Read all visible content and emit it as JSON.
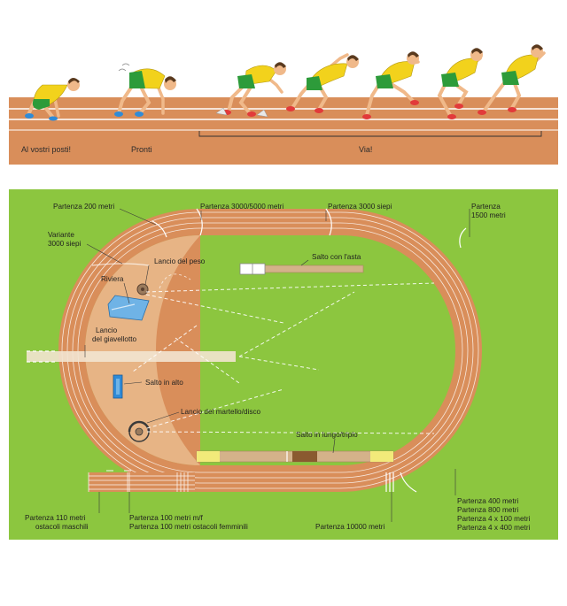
{
  "start_strip": {
    "phases": [
      "Al vostri posti!",
      "Pronti",
      "Via!"
    ]
  },
  "stadium": {
    "labels": {
      "partenza_200": "Partenza 200 metri",
      "partenza_3000_5000": "Partenza 3000/5000 metri",
      "partenza_3000_siepi": "Partenza 3000 siepi",
      "partenza_1500_l1": "Partenza",
      "partenza_1500_l2": "1500 metri",
      "variante_l1": "Variante",
      "variante_l2": "3000 siepi",
      "lancio_peso": "Lancio del peso",
      "salto_asta": "Salto con l'asta",
      "riviera": "Riviera",
      "giavellotto_l1": "Lancio",
      "giavellotto_l2": "del giavellotto",
      "salto_alto": "Salto in alto",
      "martello": "Lancio del martello/disco",
      "salto_lungo": "Salto in lungo/triplo",
      "ostacoli_110_l1": "Partenza 110 metri",
      "ostacoli_110_l2": "ostacoli maschili",
      "partenza_100_l1": "Partenza 100 metri m/f",
      "partenza_100_l2": "Partenza 100 metri ostacoli femminili",
      "partenza_10000": "Partenza 10000 metri",
      "partenza_400": "Partenza 400 metri",
      "partenza_800": "Partenza 800 metri",
      "partenza_4x100": "Partenza 4 x 100 metri",
      "partenza_4x400": "Partenza 4 x 400 metri"
    }
  },
  "colors": {
    "track": "#d98e5a",
    "track_dark": "#c97a46",
    "field": "#8cc63f",
    "field_dark": "#7ab52f",
    "sand": "#e8b889",
    "jersey": "#f2d21c",
    "shorts": "#2d9b3a",
    "shoes": "#e23a3a",
    "skin": "#f0b98a",
    "hair": "#5a3a1e"
  }
}
